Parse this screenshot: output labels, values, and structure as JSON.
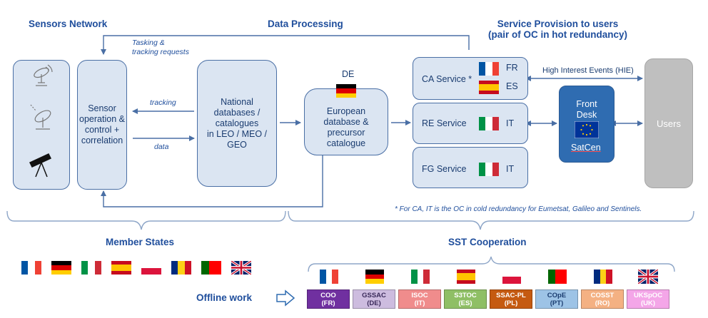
{
  "headers": {
    "sensors_network": "Sensors Network",
    "data_processing": "Data Processing",
    "service_provision_line1": "Service Provision to users",
    "service_provision_line2": "(pair of OC in hot redundancy)",
    "member_states": "Member States",
    "sst_cooperation": "SST Cooperation"
  },
  "notes": {
    "tasking_line1": "Tasking &",
    "tasking_line2": "tracking requests",
    "tracking": "tracking",
    "data": "data",
    "high_interest_events": "High Interest Events (HIE)",
    "footnote": "* For CA, IT is the OC in cold redundancy for Eumetsat, Galileo and Sentinels."
  },
  "boxes": {
    "sensor_operation": [
      "Sensor",
      "operation &",
      "control +",
      "correlation"
    ],
    "national_databases": [
      "National",
      "databases /",
      "catalogues",
      "in LEO / MEO /",
      "GEO"
    ],
    "european_database": [
      "European",
      "database &",
      "precursor",
      "catalogue"
    ],
    "european_country": "DE",
    "front_desk": [
      "Front",
      "Desk"
    ],
    "satcen": "SatCen",
    "users": "Users"
  },
  "services": [
    {
      "label": "CA Service *",
      "countries": [
        "FR",
        "ES"
      ]
    },
    {
      "label": "RE Service",
      "countries": [
        "IT"
      ]
    },
    {
      "label": "FG Service",
      "countries": [
        "IT"
      ]
    }
  ],
  "sensor_icons": [
    "radar-antenna-icon",
    "satellite-dish-icon",
    "telescope-icon"
  ],
  "member_state_flags": [
    "FR",
    "DE",
    "IT",
    "ES",
    "PL",
    "RO",
    "PT",
    "UK"
  ],
  "offline_work": "Offline work",
  "sst_centres": [
    {
      "country": "FR",
      "name": "COO",
      "code": "(FR)",
      "color": "#7030a0"
    },
    {
      "country": "DE",
      "name": "GSSAC",
      "code": "(DE)",
      "color": "#cdbcdf"
    },
    {
      "country": "IT",
      "name": "ISOC",
      "code": "(IT)",
      "color": "#f08c8c"
    },
    {
      "country": "ES",
      "name": "S3TOC",
      "code": "(ES)",
      "color": "#8fbf65"
    },
    {
      "country": "PL",
      "name": "SSAC-PL",
      "code": "(PL)",
      "color": "#c55a11"
    },
    {
      "country": "PT",
      "name": "COpE",
      "code": "(PT)",
      "color": "#9dc3e6"
    },
    {
      "country": "RO",
      "name": "COSST",
      "code": "(RO)",
      "color": "#f4b183"
    },
    {
      "country": "UK",
      "name": "UKSpOC",
      "code": "(UK)",
      "color": "#f4a6e8"
    }
  ],
  "colors": {
    "box_fill": "#dbe5f2",
    "box_border": "#4a6fa5",
    "front_desk": "#2f6cb1",
    "users_box": "#bfbfbf",
    "header_text": "#1f4e9c"
  }
}
